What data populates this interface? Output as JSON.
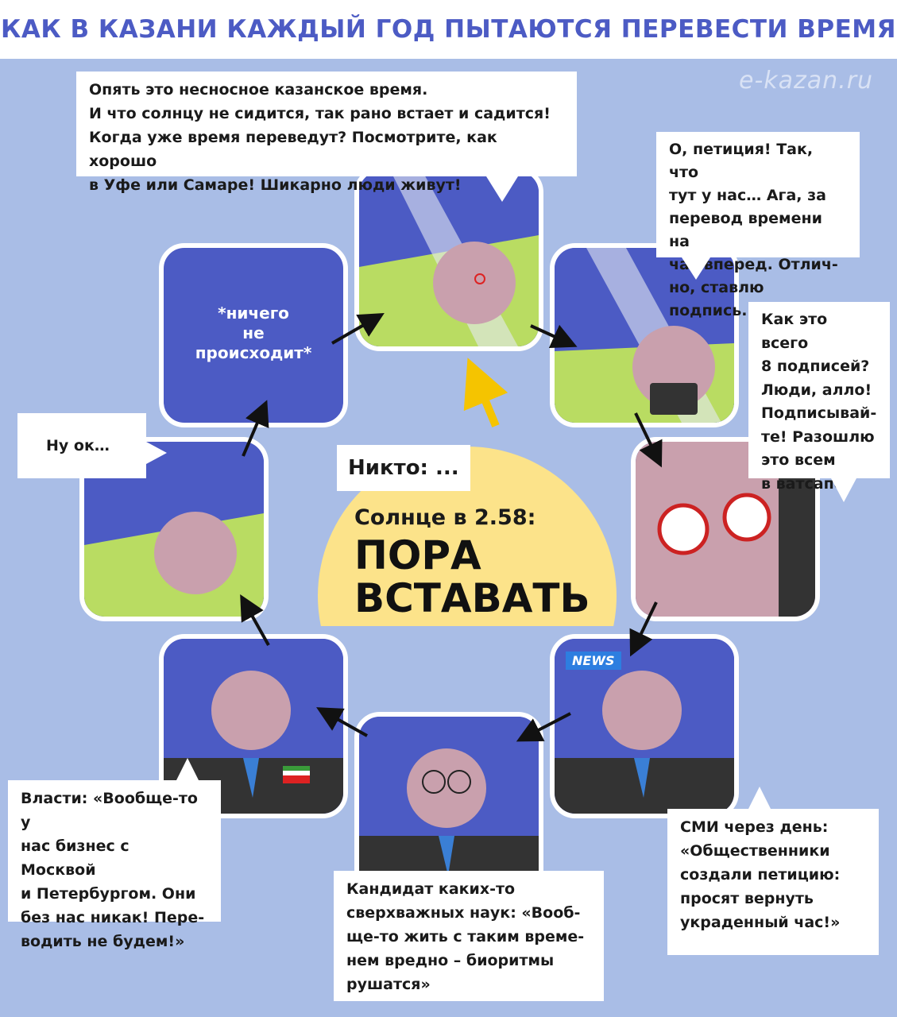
{
  "header": {
    "title": "КАК В КАЗАНИ КАЖДЫЙ ГОД ПЫТАЮТСЯ ПЕРЕВЕСТИ ВРЕМЯ"
  },
  "watermark": "e-kazan.ru",
  "center": {
    "nikto": "Никто: ...",
    "sun_sub": "Солнце в 2.58:",
    "sun_main": "ПОРА\nВСТАВАТЬ"
  },
  "bubbles": {
    "top": "Опять это несносное казанское время.\nИ что солнцу не сидится, так рано встает и садится!\nКогда уже время переведут? Посмотрите, как хорошо\nв Уфе или Самаре! Шикарно люди живут!",
    "petition": "О, петиция! Так, что\nтут у нас… Ага, за\nперевод времени на\nчас вперед. Отлич-\nно, ставлю подпись.",
    "signatures": "Как это всего\n8 подписей?\nЛюди, алло!\nПодписывай-\nте! Разошлю\nэто всем\nв ватсапе.",
    "media": "СМИ через день:\n«Общественники\nсоздали петицию:\nпросят вернуть\nукраденный час!»",
    "scientist": "Кандидат каких-то\nсверхважных наук: «Вооб-\nще-то жить с таким време-\nнем вредно – биоритмы\nрушатся»",
    "authorities": "Власти: «Вообще-то у\nнас бизнес с Москвой\nи Петербургом. Они\nбез нас никак! Пере-\nводить не будем!»",
    "ok": "Ну ок…"
  },
  "panels": {
    "nothing": "*ничего\nне\nпроисходит*",
    "news_badge": "NEWS"
  },
  "colors": {
    "background": "#a9bde6",
    "panel_blue": "#4c5bc4",
    "title_blue": "#4c5bc4",
    "sun_yellow": "#fce38a",
    "arrow_yellow": "#f5c400",
    "grass_green": "#b9dc62",
    "face_pink": "#c9a0ad"
  }
}
